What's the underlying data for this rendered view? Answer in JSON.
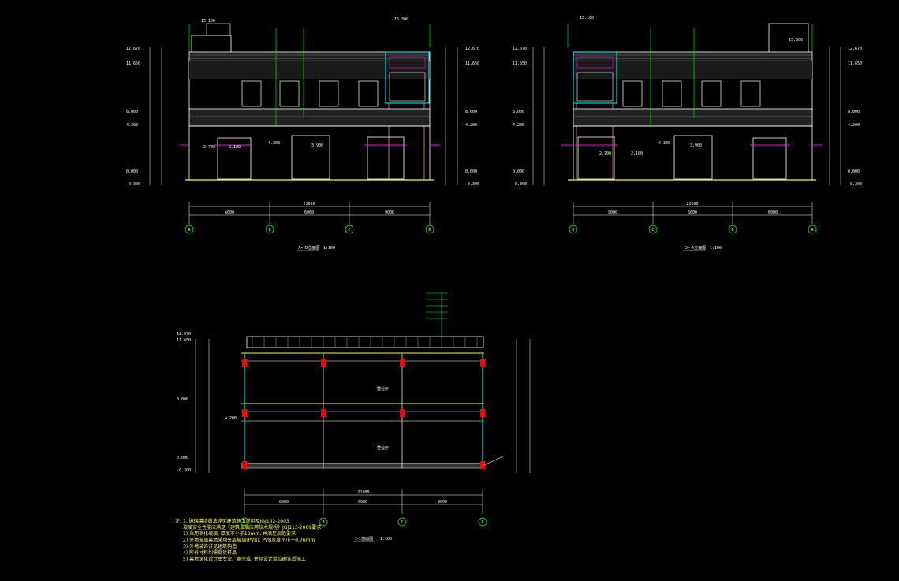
{
  "drawing": {
    "colors": {
      "background": "#000000",
      "line": "#ffffff",
      "green": "#00ff00",
      "yellow": "#ffff00",
      "cyan": "#00ffff",
      "magenta": "#ff00ff",
      "red": "#ff0000",
      "orange": "#ffb060"
    },
    "elev_left": {
      "title": "A～D立面图",
      "scale": "1:100",
      "axes": [
        "A",
        "B",
        "C",
        "D"
      ],
      "total_dim": "21000",
      "dims": [
        "6000",
        "6000",
        "9000"
      ],
      "levels_left": [
        "12.670",
        "11.650",
        "8.000",
        "4.200",
        "0.000",
        "-0.300"
      ],
      "levels_right": [
        "12.670",
        "11.650",
        "8.000",
        "4.200",
        "0.000",
        "-0.300"
      ],
      "labels": [
        "2.700",
        "2.100",
        "4.300",
        "3.900",
        "15.100",
        "15.300"
      ]
    },
    "elev_right": {
      "title": "D～A立面图",
      "scale": "1:100",
      "axes": [
        "D",
        "C",
        "B",
        "A"
      ],
      "total_dim": "21000",
      "dims": [
        "9000",
        "6000",
        "6000"
      ],
      "levels_left": [
        "12.670",
        "11.650",
        "8.000",
        "4.200",
        "0.000",
        "-0.300"
      ],
      "levels_right": [
        "12.670",
        "11.650",
        "8.000",
        "4.200",
        "0.000",
        "-0.300"
      ],
      "labels": [
        "2.700",
        "2.100",
        "4.300",
        "3.900",
        "15.100",
        "15.300"
      ]
    },
    "section": {
      "title": "1-1剖面图",
      "scale": "1:100",
      "axes": [
        "A",
        "B",
        "C",
        "D"
      ],
      "total_dim": "21000",
      "dims": [
        "6000",
        "6000",
        "9000"
      ],
      "levels": [
        "12.670",
        "11.650",
        "8.000",
        "4.200",
        "0.000",
        "-0.300"
      ],
      "rooms": [
        "营业厅",
        "营业厅"
      ]
    },
    "notes": {
      "heading": "注:",
      "lines": [
        "1. 玻璃幕墙做法详见建筑施工说明及JGJ102-2003",
        "   玻璃安全性能应满足《建筑玻璃应用技术规程》JGJ113-2009要求",
        "1) 采用钢化玻璃, 厚度不小于12mm, 并满足规范要求",
        "2) 外墙玻璃幕墙采用夹层玻璃(PVB), PVB厚度不小于0.76mm",
        "3) 外墙装饰详见建筑构造",
        "4) 所有材料均需提供样品",
        "5) 幕墙深化设计由专业厂家完成, 并经设计单位确认后施工"
      ]
    }
  }
}
